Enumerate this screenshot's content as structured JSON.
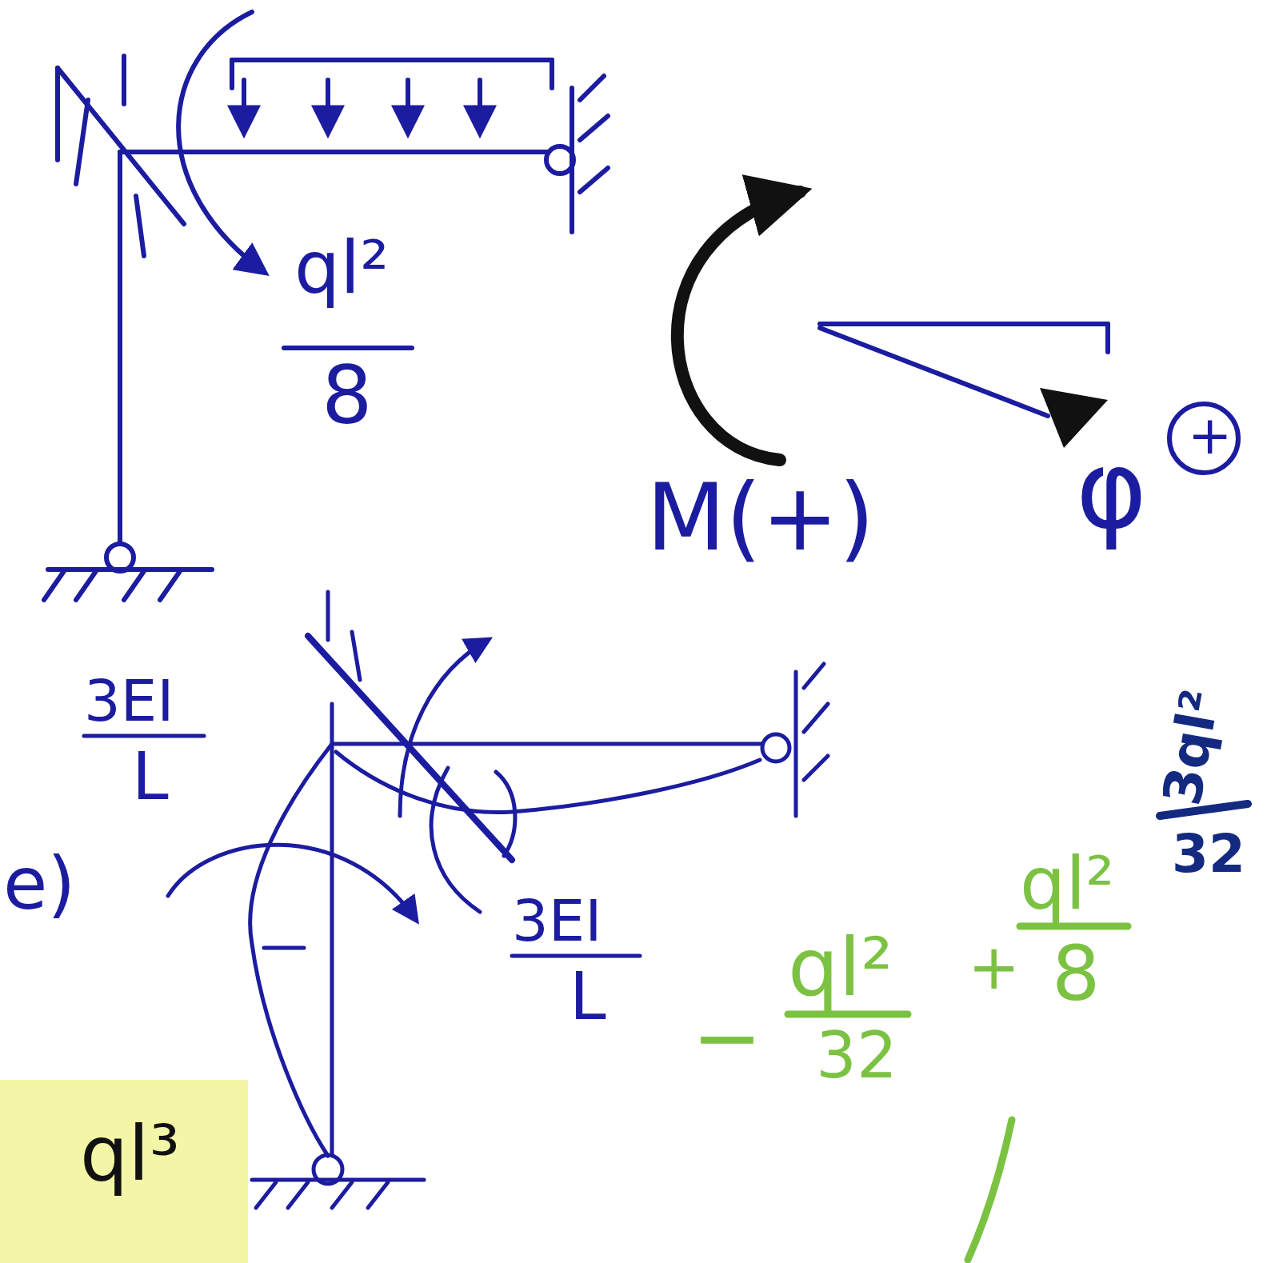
{
  "diagram": {
    "labels": [
      "ql²",
      "8",
      "M(+)",
      "φ",
      "+",
      "3EI",
      "L",
      "3EI",
      "L",
      "e)",
      "ql³",
      "−",
      "ql²",
      "32",
      "+",
      "ql²",
      "8",
      "3ql²",
      "32"
    ]
  }
}
